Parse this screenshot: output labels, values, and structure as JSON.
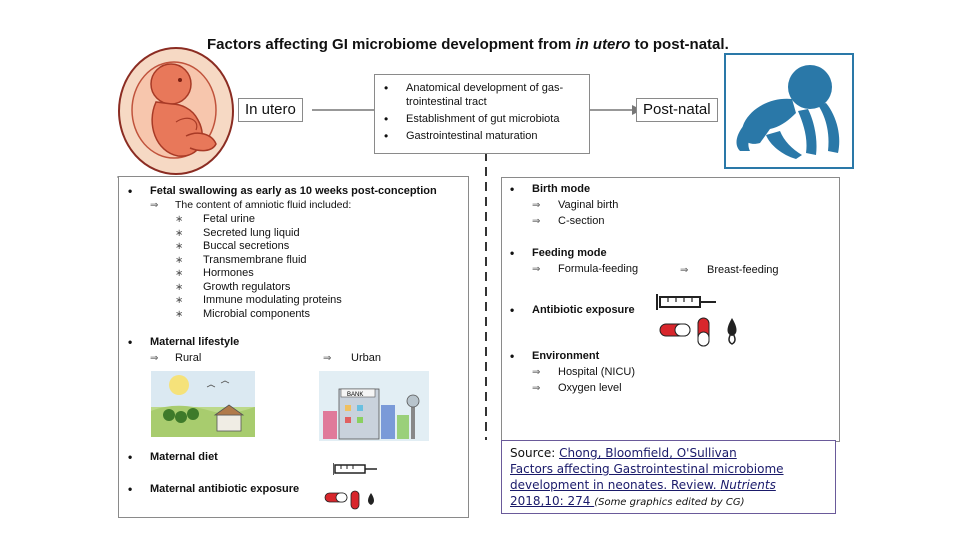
{
  "title": {
    "pre": "Factors affecting GI microbiome development from ",
    "italic": "in utero",
    "post": " to post-natal."
  },
  "in_utero_label": "In utero",
  "post_natal_label": "Post-natal",
  "center_box": [
    "Anatomical development of gas-",
    "trointestinal tract",
    "Establishment of gut microbiota",
    "Gastrointestinal maturation"
  ],
  "left_panel": {
    "fetal_swallowing": "Fetal swallowing as early as 10 weeks post-conception",
    "amniotic_intro": "The content of amniotic fluid included:",
    "amniotic_items": [
      "Fetal urine",
      "Secreted lung liquid",
      "Buccal secretions",
      "Transmembrane fluid",
      "Hormones",
      "Growth regulators",
      "Immune modulating proteins",
      "Microbial components"
    ],
    "maternal_lifestyle": "Maternal lifestyle",
    "rural": "Rural",
    "urban": "Urban",
    "urban_sign": "BANK",
    "maternal_diet": "Maternal diet",
    "maternal_antibiotic": "Maternal antibiotic exposure"
  },
  "right_panel": {
    "birth_mode": "Birth mode",
    "vaginal": "Vaginal birth",
    "csection": "C-section",
    "feeding_mode": "Feeding mode",
    "formula": "Formula-feeding",
    "breast": "Breast-feeding",
    "antibiotic": "Antibiotic exposure",
    "environment": "Environment",
    "hospital": "Hospital (NICU)",
    "oxygen": "Oxygen level"
  },
  "source": {
    "label": "Source: ",
    "link1": "Chong, Bloomfield, O'Sullivan",
    "link2": "Factors affecting Gastrointestinal microbiome",
    "link3": "development in neonates. Review. ",
    "journal": "Nutrients",
    "link4": "2018,10: 274 ",
    "note": "(Some graphics edited by CG)"
  },
  "colors": {
    "baby": "#2a78a8",
    "fetus": "#e8785a",
    "womb": "#f6d9c4",
    "pill_red": "#d8262c",
    "border": "#8a8a8a"
  }
}
